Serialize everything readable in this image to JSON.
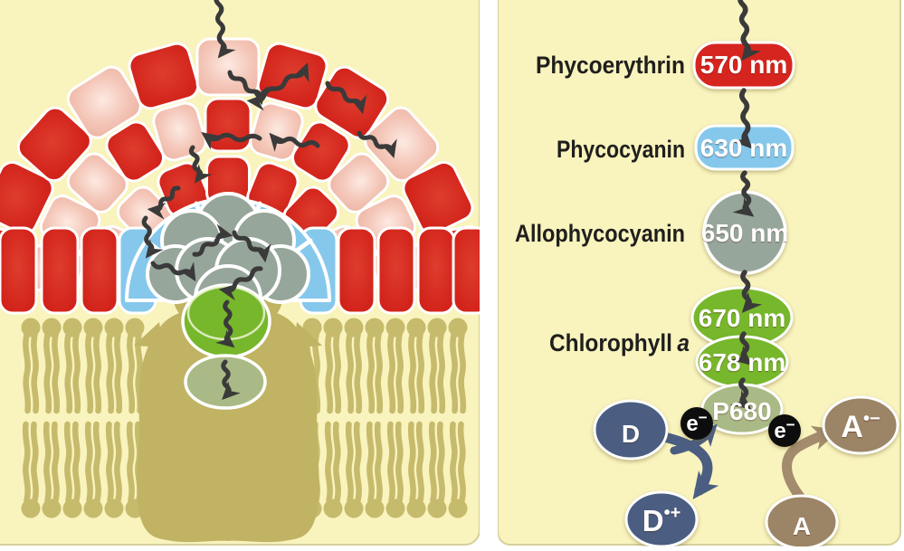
{
  "left_panel": {
    "diagram": "phycobilisome-light-harvesting-complex-on-membrane",
    "regions": [
      "phycoerythrin-rods",
      "rod-linker-segments",
      "phycocyanin-layer",
      "allophycocyanin-core",
      "chlorophyll",
      "reaction-center",
      "lipid-bilayer",
      "membrane-protein",
      "light-energy-transfer-arrows"
    ]
  },
  "right_panel": {
    "steps": [
      {
        "pigment": "Phycoerythrin",
        "emission": "570 nm"
      },
      {
        "pigment": "Phycocyanin",
        "emission": "630 nm"
      },
      {
        "pigment": "Allophycocyanin",
        "emission": "650 nm"
      }
    ],
    "chlorophyll": {
      "pigment": "Chlorophyll",
      "pigment_italic": "a",
      "emissions": [
        "670 nm",
        "678 nm"
      ]
    },
    "reaction_center": "P680",
    "electron": {
      "base": "e",
      "sup": "−"
    },
    "donor": "D",
    "donor_oxidized": {
      "base": "D",
      "sup": "•+"
    },
    "acceptor": "A",
    "acceptor_reduced": {
      "base": "A",
      "sup": "•−"
    }
  },
  "colors": {
    "panel_background": "#f9f3bd",
    "panel_border": "#d5cf9b",
    "phycoerythrin_red": "#d6251e",
    "rod_linker_pink": "#f2c0b2",
    "phycocyanin_blue": "#85c8ec",
    "allophycocyanin_gray": "#97a69b",
    "chlorophyll_green": "#77b72c",
    "p680_sage": "#aaba86",
    "membrane_tan": "#c6ba6c",
    "membrane_protein_tan": "#c1b364",
    "donor_blue": "#4b5e82",
    "acceptor_brown": "#9b8566",
    "electron_black": "#0d0d0d",
    "energy_arrow_gray": "#3a3a3a"
  }
}
